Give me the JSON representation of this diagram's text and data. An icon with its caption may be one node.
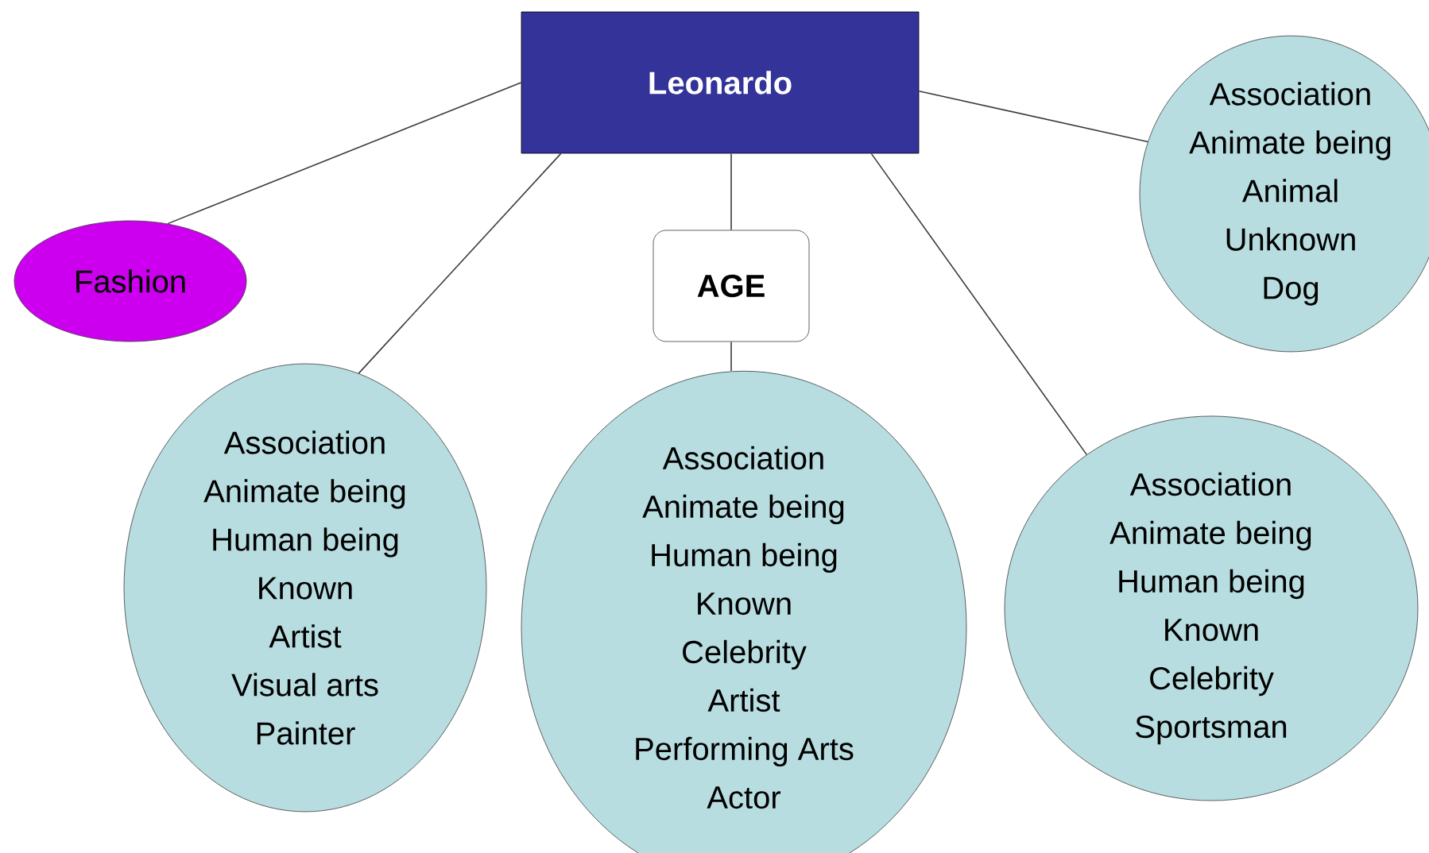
{
  "diagram": {
    "nodes": [
      {
        "text": [
          "Leonardo"
        ]
      },
      {
        "text": [
          "Association",
          "Animate being",
          "Animal",
          "Unknown",
          "Dog"
        ]
      },
      {
        "text": [
          "Fashion"
        ]
      },
      {
        "text": [
          "AGE"
        ]
      },
      {
        "text": [
          "Association",
          "Animate being",
          "Human being",
          "Known",
          "Artist",
          "Visual arts",
          "Painter"
        ]
      },
      {
        "text": [
          "Association",
          "Animate being",
          "Human being",
          "Known",
          "Celebrity",
          "Artist",
          "Performing Arts",
          "Actor"
        ]
      },
      {
        "text": [
          "Association",
          "Animate being",
          "Human being",
          "Known",
          "Celebrity",
          "Sportsman"
        ]
      }
    ],
    "edges": [
      {
        "from": 0,
        "to": 1,
        "arrow": "none"
      },
      {
        "from": 0,
        "to": 2,
        "arrow": "none"
      },
      {
        "from": 0,
        "to": 4,
        "arrow": "none"
      },
      {
        "from": 0,
        "to": 3,
        "arrow": "none"
      },
      {
        "from": 3,
        "to": 5,
        "arrow": "none"
      },
      {
        "from": 0,
        "to": 6,
        "arrow": "none"
      }
    ]
  }
}
